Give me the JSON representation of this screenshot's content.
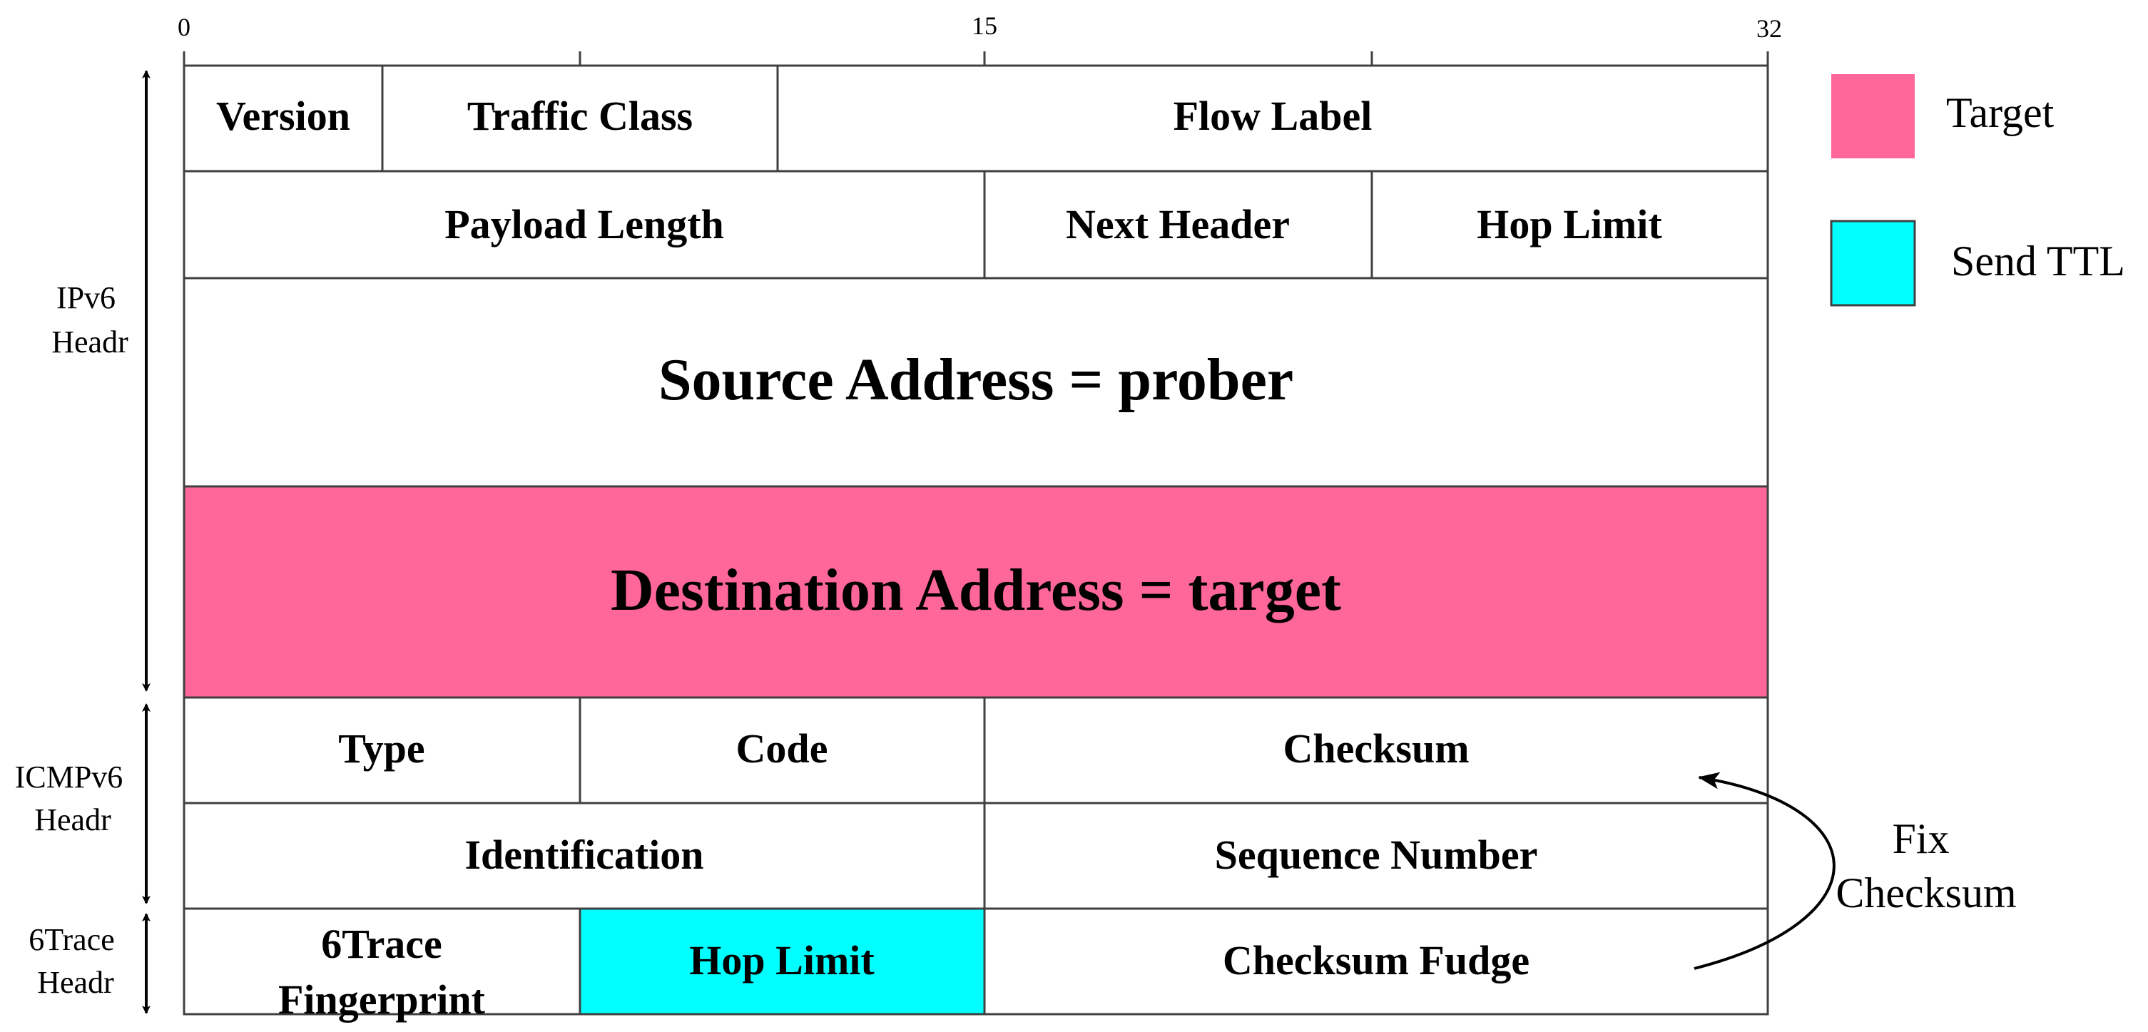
{
  "ruler": {
    "tick_labels": [
      "0",
      "15",
      "32"
    ]
  },
  "header": {
    "rows": [
      {
        "name": "row-1",
        "cells": [
          {
            "label": "Version"
          },
          {
            "label": "Traffic Class"
          },
          {
            "label": "Flow Label"
          }
        ]
      },
      {
        "name": "row-2",
        "cells": [
          {
            "label": "Payload Length"
          },
          {
            "label": "Next Header"
          },
          {
            "label": "Hop Limit"
          }
        ]
      },
      {
        "name": "row-3",
        "cells": [
          {
            "label": "Source Address = prober"
          }
        ]
      },
      {
        "name": "row-4",
        "cells": [
          {
            "label": "Destination Address = target",
            "fill": "#ff6699"
          }
        ]
      },
      {
        "name": "row-5",
        "cells": [
          {
            "label": "Type"
          },
          {
            "label": "Code"
          },
          {
            "label": "Checksum"
          }
        ]
      },
      {
        "name": "row-6",
        "cells": [
          {
            "label": "Identification"
          },
          {
            "label": "Sequence Number"
          }
        ]
      },
      {
        "name": "row-7",
        "cells": [
          {
            "label": "6Trace Fingerprint"
          },
          {
            "label": "Hop Limit",
            "fill": "#00ffff"
          },
          {
            "label": "Checksum Fudge"
          }
        ]
      }
    ]
  },
  "sections": [
    {
      "label_lines": [
        "IPv6",
        "Headr"
      ]
    },
    {
      "label_lines": [
        "ICMPv6",
        "Headr"
      ]
    },
    {
      "label_lines": [
        "6Trace",
        "Headr"
      ]
    }
  ],
  "legend": [
    {
      "label": "Target",
      "color": "#ff6699"
    },
    {
      "label": "Send TTL",
      "color": "#00ffff"
    }
  ],
  "annotation": {
    "label_lines": [
      "Fix",
      "Checksum"
    ]
  },
  "colors": {
    "target": "#ff6699",
    "send_ttl": "#00ffff",
    "line": "#404040"
  }
}
